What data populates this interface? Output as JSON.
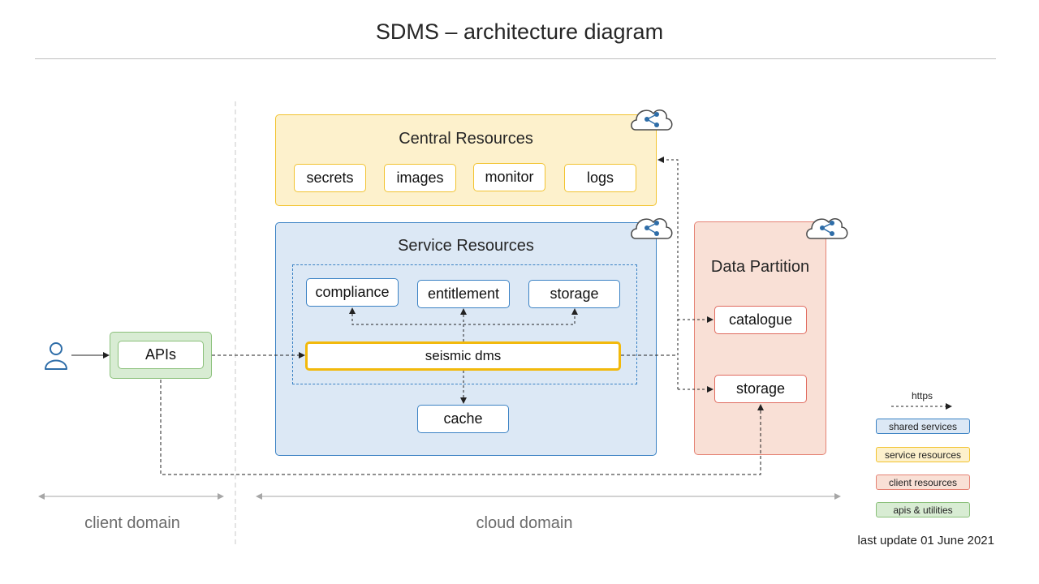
{
  "title": "SDMS – architecture diagram",
  "central": {
    "title": "Central Resources",
    "items": [
      "secrets",
      "images",
      "monitor",
      "logs"
    ]
  },
  "service": {
    "title": "Service Resources",
    "items": [
      "compliance",
      "entitlement",
      "storage"
    ],
    "core": "seismic dms",
    "cache": "cache"
  },
  "partition": {
    "title": "Data Partition",
    "items": [
      "catalogue",
      "storage"
    ]
  },
  "apis": {
    "label": "APIs"
  },
  "legend": {
    "arrow_label": "https",
    "items": [
      "shared services",
      "service resources",
      "client resources",
      "apis & utilities"
    ]
  },
  "domains": {
    "client": "client domain",
    "cloud": "cloud domain"
  },
  "footer": "last update 01 June 2021",
  "colors": {
    "shared": "#3b82c4",
    "service": "#f2c330",
    "client": "#e58274",
    "apis": "#8ac07a"
  },
  "icons": [
    "cloud-share-icon",
    "user-icon"
  ]
}
